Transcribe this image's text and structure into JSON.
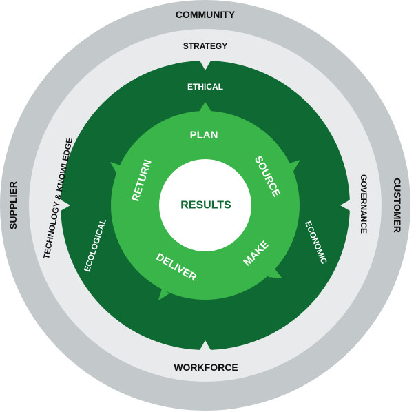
{
  "colors": {
    "outer_ring": "#c3c8cb",
    "middle_ring": "#e8eaec",
    "dark_green": "#0e6a32",
    "light_green": "#3ab54a",
    "center": "#ffffff",
    "center_text": "#0e6a32",
    "dark_text": "#111111",
    "light_text": "#ffffff"
  },
  "outer_ring": {
    "top": "COMMUNITY",
    "right": "CUSTOMER",
    "left": "SUPPLIER"
  },
  "middle_ring": {
    "top": "STRATEGY",
    "right": "GOVERNANCE",
    "bottom": "WORKFORCE",
    "left": "TECHNOLOGY & KNOWLEDGE"
  },
  "dark_ring": {
    "top": "ETHICAL",
    "right": "ECONOMIC",
    "left": "ECOLOGICAL"
  },
  "process_ring": {
    "plan": "PLAN",
    "source": "SOURCE",
    "make": "MAKE",
    "deliver": "DELIVER",
    "return": "RETURN"
  },
  "center": {
    "label": "RESULTS"
  }
}
